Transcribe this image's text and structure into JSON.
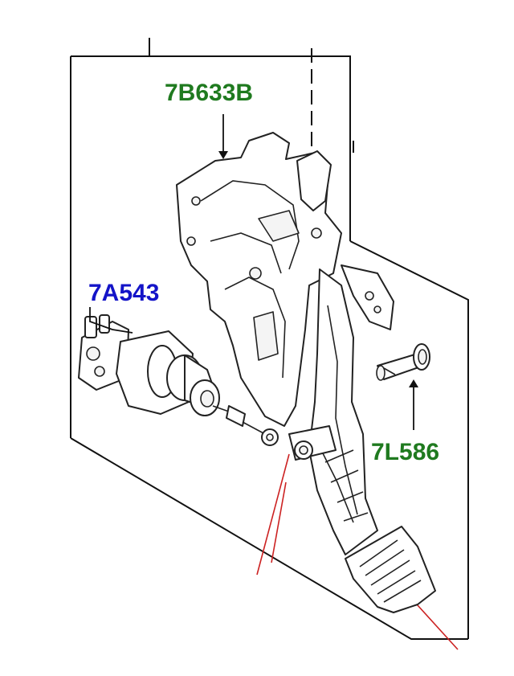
{
  "labels": {
    "pedal_bracket": "7B633B",
    "master_cylinder": "7A543",
    "pivot_pin": "7L586"
  },
  "colors": {
    "label_green": "#1f7a1f",
    "label_blue": "#1414c8",
    "red_line": "#cc2222",
    "outline": "#222222"
  }
}
